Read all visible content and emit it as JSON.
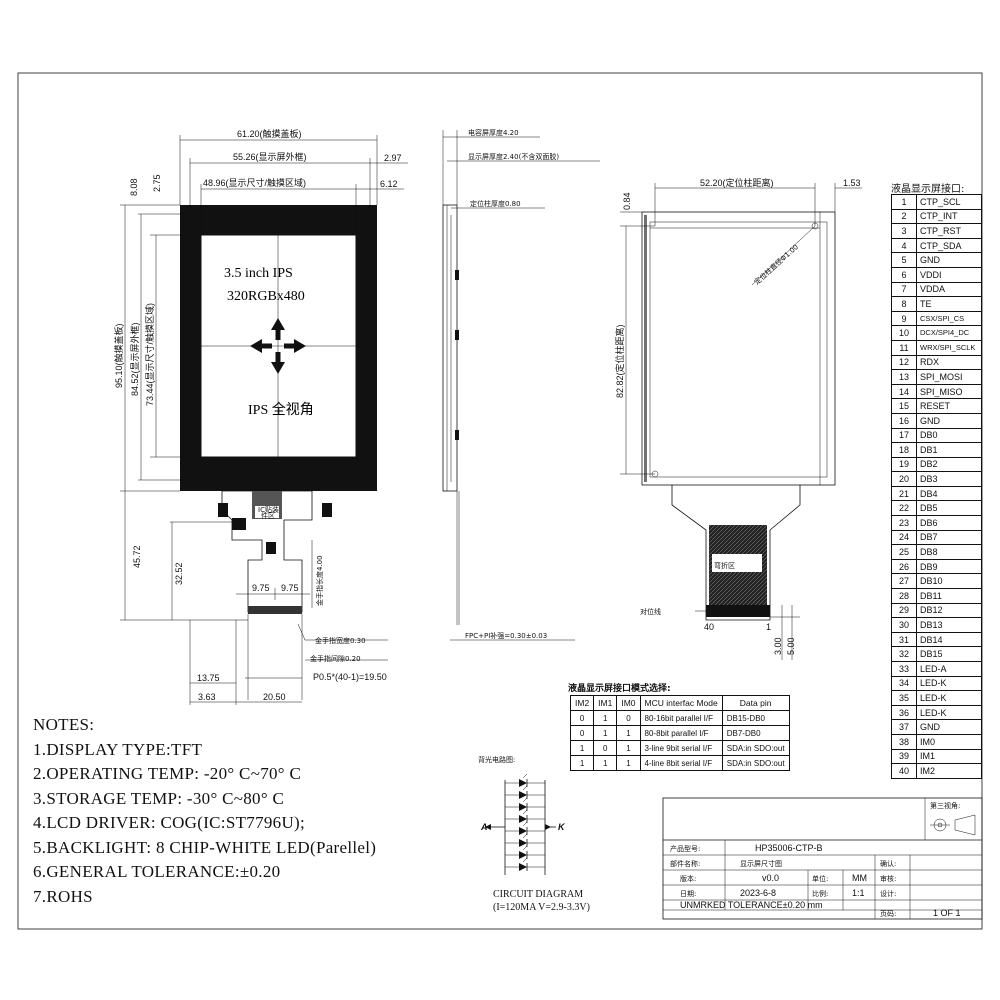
{
  "front_view": {
    "dim_top_overall": "61.20(触摸盖板)",
    "dim_top_frame": "55.26(显示屏外框)",
    "dim_top_active": "48.96(显示尺寸/触摸区域)",
    "dim_right_1": "2.97",
    "dim_right_2": "6.12",
    "dim_left_top_1": "8.08",
    "dim_left_top_2": "2.75",
    "dim_height_overall": "95.10(触摸盖板)",
    "dim_height_frame": "84.52(显示屏外框)",
    "dim_height_active": "73.44(显示尺寸/触摸区域)",
    "label_size": "3.5 inch IPS",
    "label_res": "320RGBx480",
    "label_ips": "IPS 全视角",
    "ic_label_1": "IC贴装",
    "ic_label_2": "件区",
    "fpc_dim_45": "45.72",
    "fpc_dim_32": "32.52",
    "fpc_dim_975a": "9.75",
    "fpc_dim_975b": "9.75",
    "fpc_gold_len": "金手指长度4.00",
    "fpc_gold_width": "金手指宽度0.30",
    "fpc_gold_pitch": "金手指间隙0.20",
    "fpc_pitch_total": "P0.5*(40-1)=19.50",
    "fpc_13_75": "13.75",
    "fpc_3_63": "3.63",
    "fpc_20_50": "20.50"
  },
  "side_view": {
    "cap_thickness": "电容屏厚度4.20",
    "lcd_thickness": "显示屏厚度2.40(不含双面胶)",
    "post_thickness": "定位柱厚度0.80",
    "fpc_thickness": "FPC+PI补强=0.30±0.03"
  },
  "rear_view": {
    "dim_width": "52.20(定位柱距离)",
    "dim_right": "1.53",
    "dim_top": "0.84",
    "dim_height": "82.82(定位柱距离)",
    "post_dia": "定位柱直径Φ1.00",
    "bend_zone": "弯折区",
    "align_line": "对位线",
    "pin_40": "40",
    "pin_1": "1",
    "dim_3": "3.00",
    "dim_5": "5.00"
  },
  "pin_table": {
    "title": "液晶显示屏接口:",
    "pins": [
      {
        "n": "1",
        "s": "CTP_SCL"
      },
      {
        "n": "2",
        "s": "CTP_INT"
      },
      {
        "n": "3",
        "s": "CTP_RST"
      },
      {
        "n": "4",
        "s": "CTP_SDA"
      },
      {
        "n": "5",
        "s": "GND"
      },
      {
        "n": "6",
        "s": "VDDI"
      },
      {
        "n": "7",
        "s": "VDDA"
      },
      {
        "n": "8",
        "s": "TE"
      },
      {
        "n": "9",
        "s": "CSX/SPI_CS"
      },
      {
        "n": "10",
        "s": "DCX/SPI4_DC"
      },
      {
        "n": "11",
        "s": "WRX/SPI_SCLK"
      },
      {
        "n": "12",
        "s": "RDX"
      },
      {
        "n": "13",
        "s": "SPI_MOSI"
      },
      {
        "n": "14",
        "s": "SPI_MISO"
      },
      {
        "n": "15",
        "s": "RESET"
      },
      {
        "n": "16",
        "s": "GND"
      },
      {
        "n": "17",
        "s": "DB0"
      },
      {
        "n": "18",
        "s": "DB1"
      },
      {
        "n": "19",
        "s": "DB2"
      },
      {
        "n": "20",
        "s": "DB3"
      },
      {
        "n": "21",
        "s": "DB4"
      },
      {
        "n": "22",
        "s": "DB5"
      },
      {
        "n": "23",
        "s": "DB6"
      },
      {
        "n": "24",
        "s": "DB7"
      },
      {
        "n": "25",
        "s": "DB8"
      },
      {
        "n": "26",
        "s": "DB9"
      },
      {
        "n": "27",
        "s": "DB10"
      },
      {
        "n": "28",
        "s": "DB11"
      },
      {
        "n": "29",
        "s": "DB12"
      },
      {
        "n": "30",
        "s": "DB13"
      },
      {
        "n": "31",
        "s": "DB14"
      },
      {
        "n": "32",
        "s": "DB15"
      },
      {
        "n": "33",
        "s": "LED-A"
      },
      {
        "n": "34",
        "s": "LED-K"
      },
      {
        "n": "35",
        "s": "LED-K"
      },
      {
        "n": "36",
        "s": "LED-K"
      },
      {
        "n": "37",
        "s": "GND"
      },
      {
        "n": "38",
        "s": "IM0"
      },
      {
        "n": "39",
        "s": "IM1"
      },
      {
        "n": "40",
        "s": "IM2"
      }
    ]
  },
  "mode_table": {
    "title": "液晶显示屏接口模式选择:",
    "headers": [
      "IM2",
      "IM1",
      "IM0",
      "MCU interfac Mode",
      "Data pin"
    ],
    "rows": [
      [
        "0",
        "1",
        "0",
        "80-16bit parallel I/F",
        "DB15-DB0"
      ],
      [
        "0",
        "1",
        "1",
        "80-8bit parallel I/F",
        "DB7-DB0"
      ],
      [
        "1",
        "0",
        "1",
        "3-line 9bit serial I/F",
        "SDA:in SDO:out"
      ],
      [
        "1",
        "1",
        "1",
        "4-line 8bit serial I/F",
        "SDA:in SDO:out"
      ]
    ]
  },
  "circuit": {
    "title": "背光电路图:",
    "anode": "A",
    "cathode": "K",
    "caption_1": "CIRCUIT DIAGRAM",
    "caption_2": "(I=120MA V=2.9-3.3V)"
  },
  "notes": {
    "heading": "NOTES:",
    "lines": [
      "1.DISPLAY TYPE:TFT",
      "2.OPERATING TEMP: -20° C~70° C",
      "3.STORAGE TEMP: -30° C~80° C",
      "4.LCD DRIVER: COG(IC:ST7796U);",
      "5.BACKLIGHT: 8 CHIP-WHITE LED(Parellel)",
      "6.GENERAL TOLERANCE:±0.20",
      "7.ROHS"
    ]
  },
  "title_block": {
    "projection": "第三视角:",
    "model_label": "产品型号:",
    "model_value": "HP35006-CTP-B",
    "part_label": "部件名称:",
    "part_value": "显示屏尺寸图",
    "confirm_label": "确认:",
    "version_label": "版本:",
    "version_value": "v0.0",
    "unit_label": "单位:",
    "unit_value": "MM",
    "review_label": "审核:",
    "date_label": "日期:",
    "date_value": "2023-6-8",
    "scale_label": "比例:",
    "scale_value": "1:1",
    "design_label": "设计:",
    "tolerance": "UNMRKED TOLERANCE±0.20 mm",
    "page_label": "页码:",
    "page_value": "1 OF 1"
  }
}
